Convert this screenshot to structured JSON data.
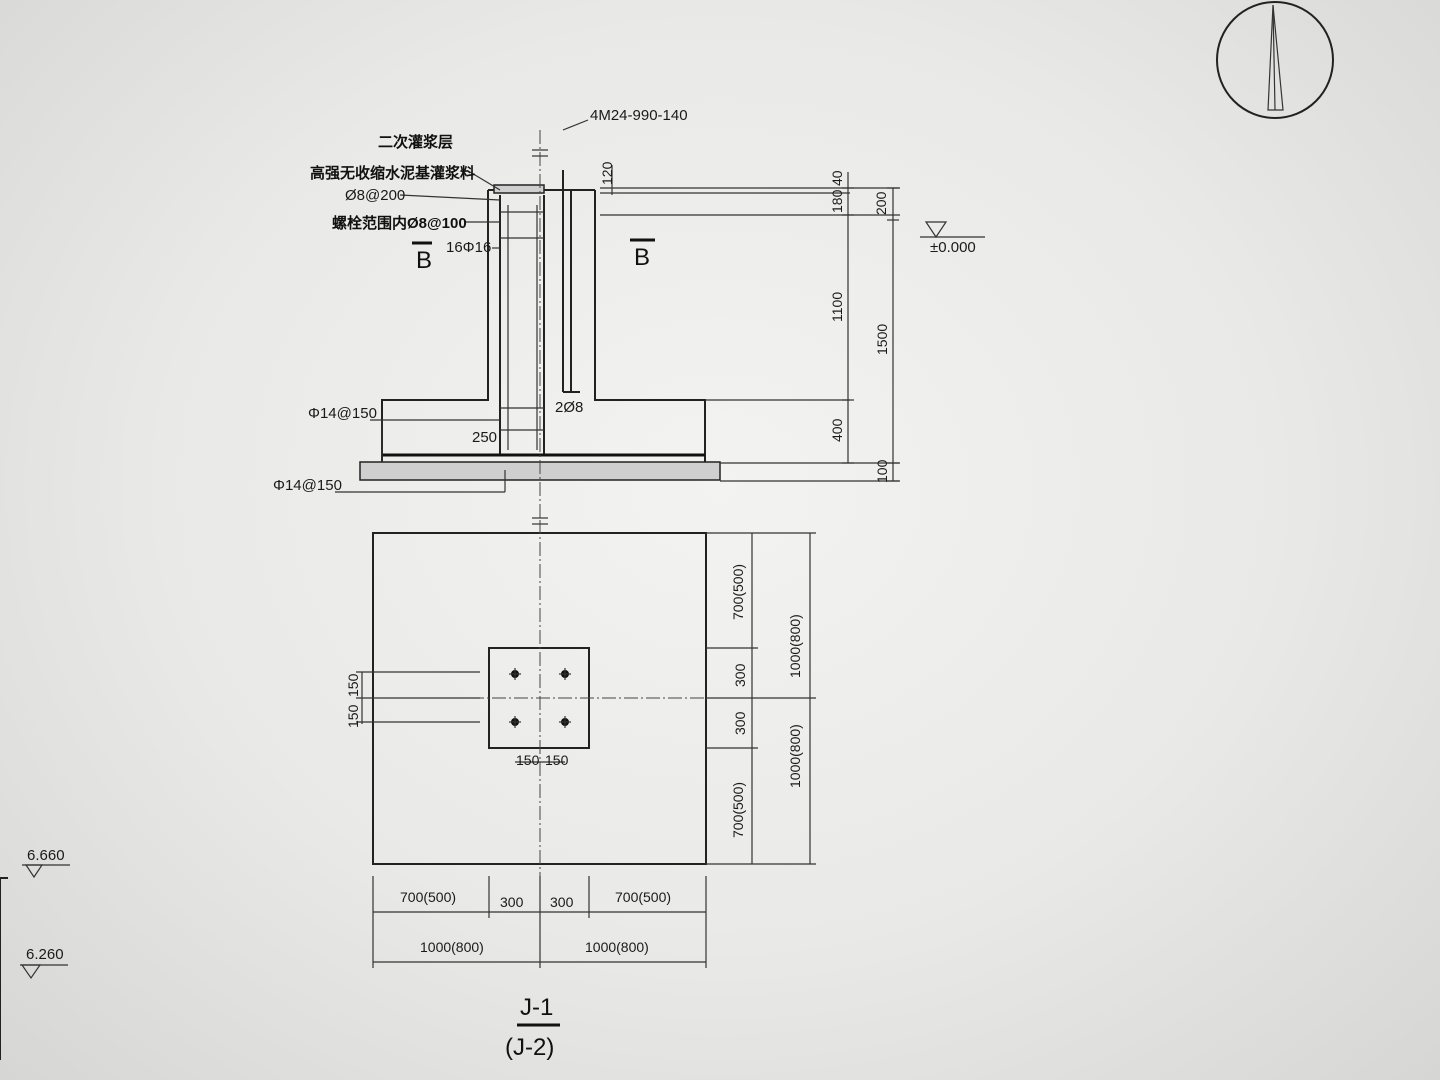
{
  "section_labels": {
    "grout_layer": "二次灌浆层",
    "grout_material": "高强无收缩水泥基灌浆料",
    "stirrup": "Ø8@200",
    "stirrup_bolt": "螺栓范围内Ø8@100",
    "main_bars": "16Φ16",
    "section_mark_left": "B",
    "section_mark_right": "B",
    "anchor_bolt": "4M24-990-140",
    "bars_2": "2Ø8",
    "dim_250": "250",
    "bottom_bar_top": "Φ14@150",
    "bottom_bar_bottom": "Φ14@150",
    "elev_0": "±0.000"
  },
  "section_dims": {
    "d120": "120",
    "d40": "40",
    "d180": "180",
    "d200": "200",
    "d1100": "1100",
    "d1500": "1500",
    "d400": "400",
    "d100": "100"
  },
  "plan_dims": {
    "right_700_top": "700(500)",
    "right_300_top": "300",
    "right_300_bot": "300",
    "right_700_bot": "700(500)",
    "right_1000_top": "1000(800)",
    "right_1000_bot": "1000(800)",
    "left_150_a": "150",
    "left_150_b": "150",
    "inner_150_a": "150",
    "inner_150_b": "150",
    "bottom_700_left": "700(500)",
    "bottom_300_left": "300",
    "bottom_300_right": "300",
    "bottom_700_right": "700(500)",
    "bottom_1000_left": "1000(800)",
    "bottom_1000_right": "1000(800)"
  },
  "title": {
    "main": "J-1",
    "sub": "(J-2)"
  },
  "elevations": {
    "upper": "6.660",
    "lower": "6.260"
  }
}
